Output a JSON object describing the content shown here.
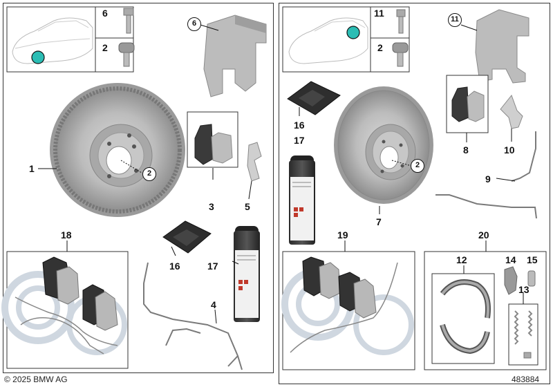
{
  "left": {
    "inset_numbers": [
      "6",
      "2"
    ],
    "callouts": [
      "1",
      "2",
      "3",
      "5",
      "6",
      "16",
      "17",
      "18",
      "4"
    ],
    "circled": [
      "6",
      "2"
    ]
  },
  "right": {
    "inset_numbers": [
      "11",
      "2"
    ],
    "callouts": [
      "7",
      "8",
      "9",
      "10",
      "16",
      "17",
      "19",
      "20",
      "12",
      "13",
      "14",
      "15"
    ],
    "circled": [
      "11",
      "2"
    ]
  },
  "footer": {
    "copyright": "© 2025 BMW AG",
    "diagram_id": "483884"
  },
  "colors": {
    "marker": "#2bbdb4",
    "part_gray": "#b8b8b8",
    "dark_gray": "#4a4a4a",
    "watermark": "#cfd7e0"
  }
}
